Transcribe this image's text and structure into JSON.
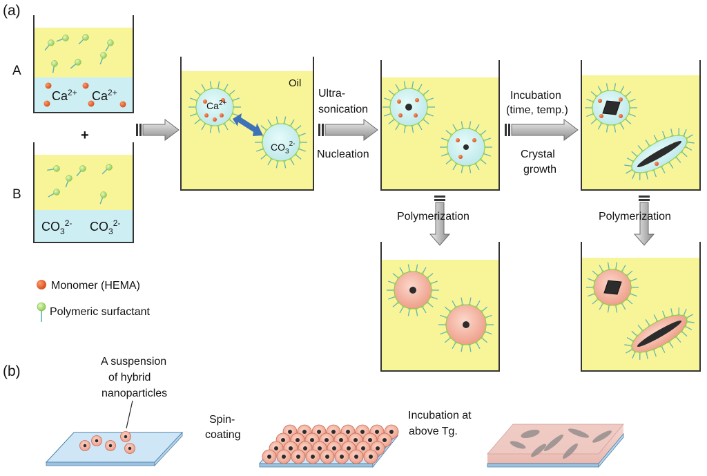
{
  "panel_labels": {
    "a": "(a)",
    "b": "(b)"
  },
  "row_labels": {
    "A": "A",
    "B": "B"
  },
  "plus": "+",
  "oil_label": "Oil",
  "ions": {
    "ca": "Ca",
    "ca_charge": "2+",
    "co3": "CO",
    "co3_sub": "3",
    "co3_charge": "2-"
  },
  "steps": {
    "ultrasonication": [
      "Ultra-",
      "sonication"
    ],
    "nucleation": "Nucleation",
    "incubation": [
      "Incubation",
      "(time, temp.)"
    ],
    "crystal_growth": [
      "Crystal",
      "growth"
    ],
    "polymerization_1": "Polymerization",
    "polymerization_2": "Polymerization"
  },
  "legend": {
    "monomer": "Monomer (HEMA)",
    "surfactant": "Polymeric surfactant"
  },
  "panel_b": {
    "suspension": [
      "A suspension",
      "of  hybrid",
      "nanoparticles"
    ],
    "spin_coating": [
      "Spin-",
      "coating"
    ],
    "incubation_tg": [
      "Incubation at",
      "above Tg."
    ]
  },
  "colors": {
    "oil": "#f8f598",
    "water": "#cdeff4",
    "monomer": "#e8622e",
    "surfactant_head": "#b6e07a",
    "surfactant_tail": "#5fb3b6",
    "droplet": "#d8f3f2",
    "polymer_particle": "#f6c1b0",
    "crystal": "#2c2c2c",
    "exchange_arrow": "#3d72b8",
    "substrate": "#cfe6f7"
  }
}
